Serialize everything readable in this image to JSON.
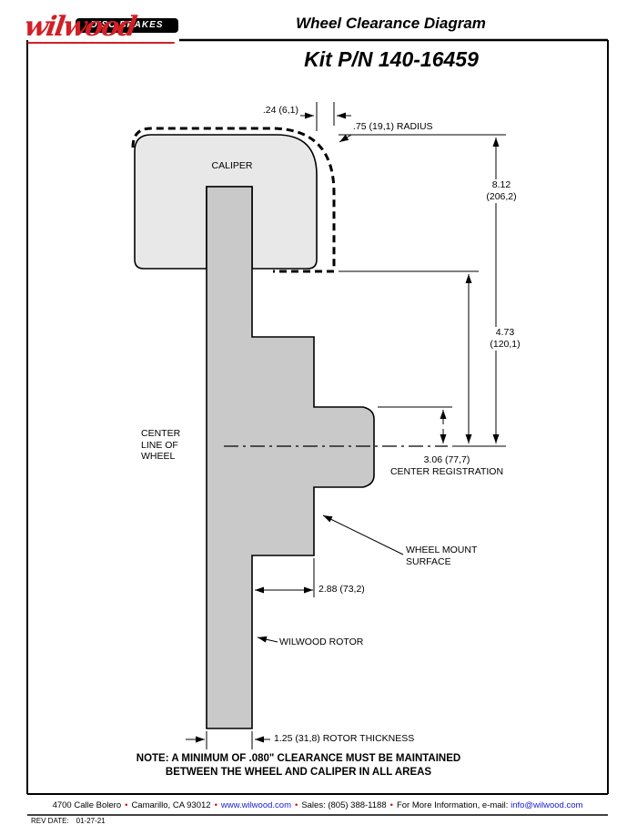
{
  "logo": {
    "brand": "wilwood",
    "tagline": "DISC BRAKES"
  },
  "header": {
    "title": "Wheel Clearance Diagram",
    "kit_number": "Kit P/N 140-16459"
  },
  "diagram": {
    "caliper_label": "CALIPER",
    "dimensions": {
      "caliper_offset": ".24 (6,1)",
      "corner_radius": ".75 (19,1) RADIUS",
      "caliper_top_to_centerline": [
        "8.12",
        "(206,2)"
      ],
      "caliper_bottom_to_centerline": [
        "4.73",
        "(120,1)"
      ],
      "center_registration": [
        "3.06 (77,7)",
        "CENTER REGISTRATION"
      ],
      "mount_to_rotor": "2.88 (73,2)",
      "rotor_thickness": "1.25 (31,8) ROTOR THICKNESS"
    },
    "labels": {
      "center_line": [
        "CENTER",
        "LINE OF",
        "WHEEL"
      ],
      "mount_surface": [
        "WHEEL MOUNT",
        "SURFACE"
      ],
      "rotor": "WILWOOD ROTOR"
    },
    "note": [
      "NOTE: A MINIMUM OF .080\" CLEARANCE MUST BE MAINTAINED",
      "BETWEEN THE WHEEL AND CALIPER IN ALL AREAS"
    ]
  },
  "footer": {
    "address": "4700 Calle Bolero",
    "city": "Camarillo, CA 93012",
    "website": "www.wilwood.com",
    "sales": "Sales: (805) 388-1188",
    "more_info": "For More Information, e-mail:",
    "email": "info@wilwood.com",
    "bullet": "•",
    "rev_label": "REV DATE:",
    "rev_date": "01-27-21"
  },
  "colors": {
    "brand_red": "#d21f26",
    "link_blue": "#1a1acc",
    "caliper_fill": "#e8e8e8",
    "rotor_fill": "#c9c9c9"
  }
}
